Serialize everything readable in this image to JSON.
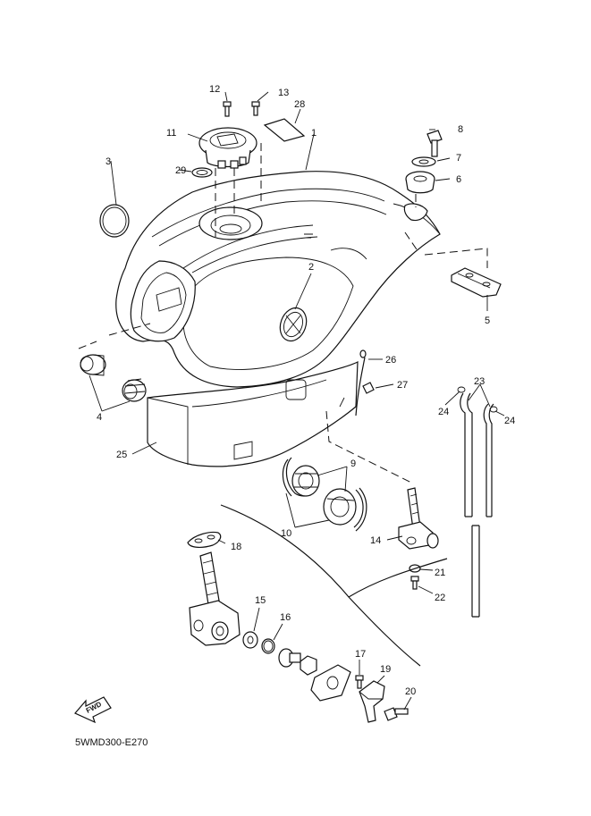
{
  "diagram_code": "5WMD300-E270",
  "forward_badge": "FWD",
  "callouts": {
    "n1": "1",
    "n2": "2",
    "n3": "3",
    "n4": "4",
    "n5": "5",
    "n6": "6",
    "n7": "7",
    "n8": "8",
    "n9": "9",
    "n10": "10",
    "n11": "11",
    "n12": "12",
    "n13": "13",
    "n14": "14",
    "n15": "15",
    "n16": "16",
    "n17": "17",
    "n18": "18",
    "n19": "19",
    "n20": "20",
    "n21": "21",
    "n22": "22",
    "n23": "23",
    "n24a": "24",
    "n24b": "24",
    "n25": "25",
    "n26": "26",
    "n27": "27",
    "n28": "28",
    "n29": "29"
  }
}
